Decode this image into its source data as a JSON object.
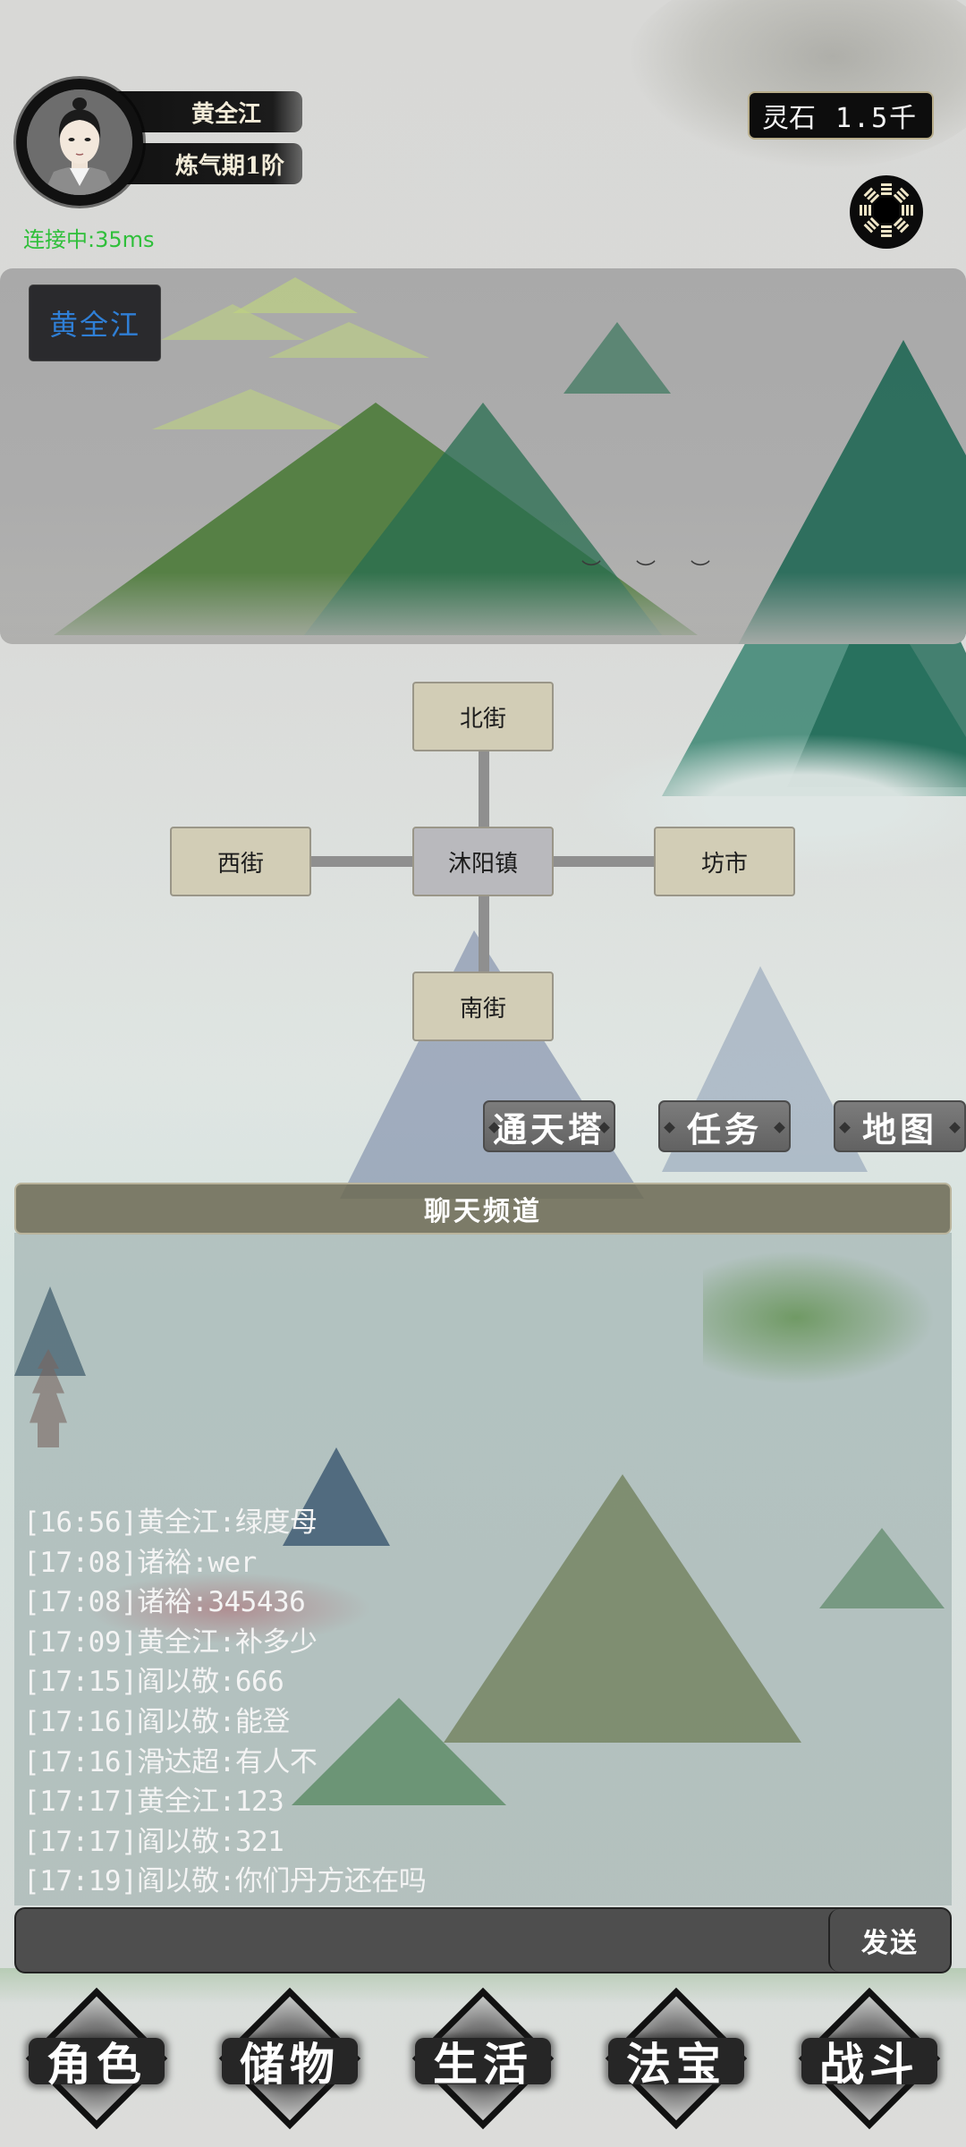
{
  "player": {
    "name": "黄全江",
    "realm": "炼气期1阶",
    "connection": "连接中:35ms"
  },
  "currency": {
    "label": "灵石",
    "value": "1.5千"
  },
  "icons": {
    "settings": "bagua-settings-icon",
    "avatar": "player-portrait"
  },
  "scene": {
    "npcs": [
      {
        "name": "黄全江"
      }
    ]
  },
  "map": {
    "center": "沐阳镇",
    "north": "北街",
    "south": "南街",
    "west": "西街",
    "east": "坊市"
  },
  "actions": [
    {
      "label": "通天塔"
    },
    {
      "label": "任务"
    },
    {
      "label": "地图"
    }
  ],
  "chat": {
    "title": "聊天频道",
    "messages": [
      {
        "time": "[16:56]",
        "user": "黄全江",
        "text": "绿度母"
      },
      {
        "time": "[17:08]",
        "user": "诸裕",
        "text": "wer"
      },
      {
        "time": "[17:08]",
        "user": "诸裕",
        "text": "345436"
      },
      {
        "time": "[17:09]",
        "user": "黄全江",
        "text": "补多少"
      },
      {
        "time": "[17:15]",
        "user": "阎以敬",
        "text": "666"
      },
      {
        "time": "[17:16]",
        "user": "阎以敬",
        "text": "能登"
      },
      {
        "time": "[17:16]",
        "user": "滑达超",
        "text": "有人不"
      },
      {
        "time": "[17:17]",
        "user": "黄全江",
        "text": "123"
      },
      {
        "time": "[17:17]",
        "user": "阎以敬",
        "text": "321"
      },
      {
        "time": "[17:19]",
        "user": "阎以敬",
        "text": "你们丹方还在吗"
      }
    ],
    "input_value": "",
    "send_label": "发送"
  },
  "bottom_nav": [
    {
      "label": "角色"
    },
    {
      "label": "储物"
    },
    {
      "label": "生活"
    },
    {
      "label": "法宝"
    },
    {
      "label": "战斗"
    }
  ],
  "colors": {
    "ping_green": "#2fbf3a",
    "npc_blue": "#2f7fd6",
    "node_beige": "#d2cdb6",
    "chat_header": "#6e6c56"
  }
}
